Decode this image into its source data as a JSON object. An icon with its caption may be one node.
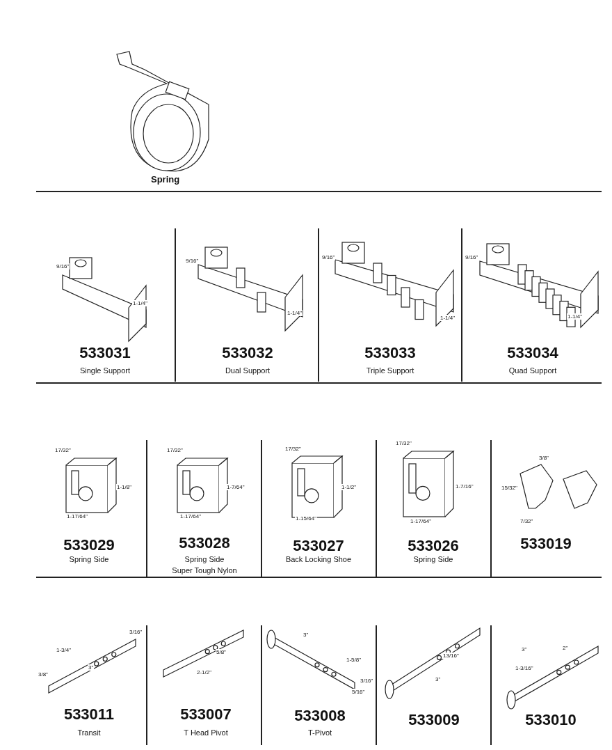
{
  "diagram": {
    "labels": [
      "Spring",
      "9/16\"",
      "1-1/4\"",
      "533031",
      "Single Support",
      "9/16\"",
      "1-1/4\"",
      "533032",
      "Dual Support",
      "9/16\"",
      "1-1/4\"",
      "533033",
      "Triple Support",
      "9/16\"",
      "1-1/4\"",
      "533034",
      "Quad Support",
      "17/32\"",
      "1-1/8\"",
      "1-17/64\"",
      "533029",
      "Spring Side",
      "17/32\"",
      "1-7/64\"",
      "1-17/64\"",
      "533028",
      "Spring Side",
      "Super Tough Nylon",
      "17/32\"",
      "1-1/2\"",
      "1-15/64\"",
      "533027",
      "Back Locking Shoe",
      "17/32\"",
      "1-7/16\"",
      "1-17/64\"",
      "533026",
      "Spring Side",
      "3/8\"",
      "15/32\"",
      "7/32\"",
      "533019",
      "3/16\"",
      "1-3/4\"",
      "3\"",
      "3/8\"",
      "533011",
      "Transit",
      "5/8\"",
      "2-1/2\"",
      "533007",
      "T Head Pivot",
      "3\"",
      "1-5/8\"",
      "3/16\"",
      "5/16\"",
      "533008",
      "T-Pivot",
      "13/16\"",
      "3\"",
      "533009",
      "3\"",
      "2\"",
      "1-3/16\"",
      "533010"
    ]
  }
}
